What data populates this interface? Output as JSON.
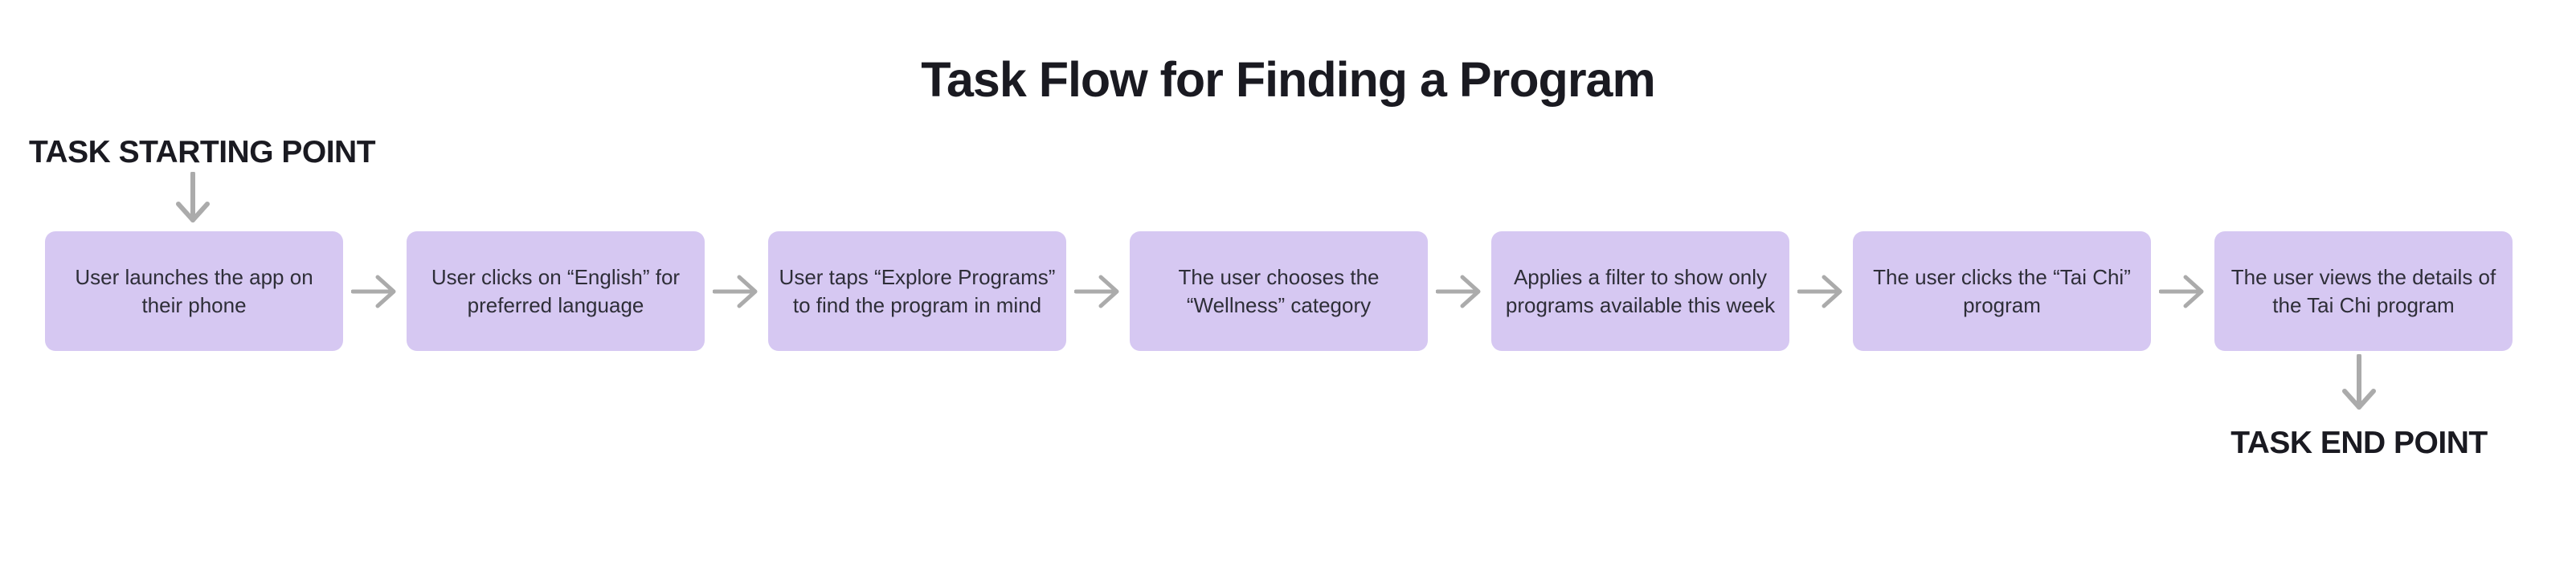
{
  "title": "Task Flow for Finding a Program",
  "start_label": "TASK STARTING POINT",
  "end_label": "TASK END POINT",
  "steps": [
    {
      "lines": [
        "User launches the app on",
        "their phone"
      ]
    },
    {
      "lines": [
        "User clicks on “English” for",
        "preferred language"
      ]
    },
    {
      "lines": [
        "User taps “Explore Programs”",
        "to find the program in mind"
      ]
    },
    {
      "lines": [
        "The user chooses the",
        "“Wellness” category"
      ]
    },
    {
      "lines": [
        "Applies a filter to show only",
        "programs available this week"
      ]
    },
    {
      "lines": [
        "The user clicks the “Tai Chi”",
        "program"
      ]
    },
    {
      "lines": [
        "The user views the details of",
        "the Tai Chi program"
      ]
    }
  ],
  "icons": {
    "between_steps": "arrow-right-icon",
    "start": "arrow-down-icon",
    "end": "arrow-down-icon"
  },
  "colors": {
    "page_bg": "#ffffff",
    "box_bg": "#d6c8f2",
    "box_text": "#2e2e38",
    "heading_text": "#1a1a21",
    "arrow": "#ababab"
  }
}
